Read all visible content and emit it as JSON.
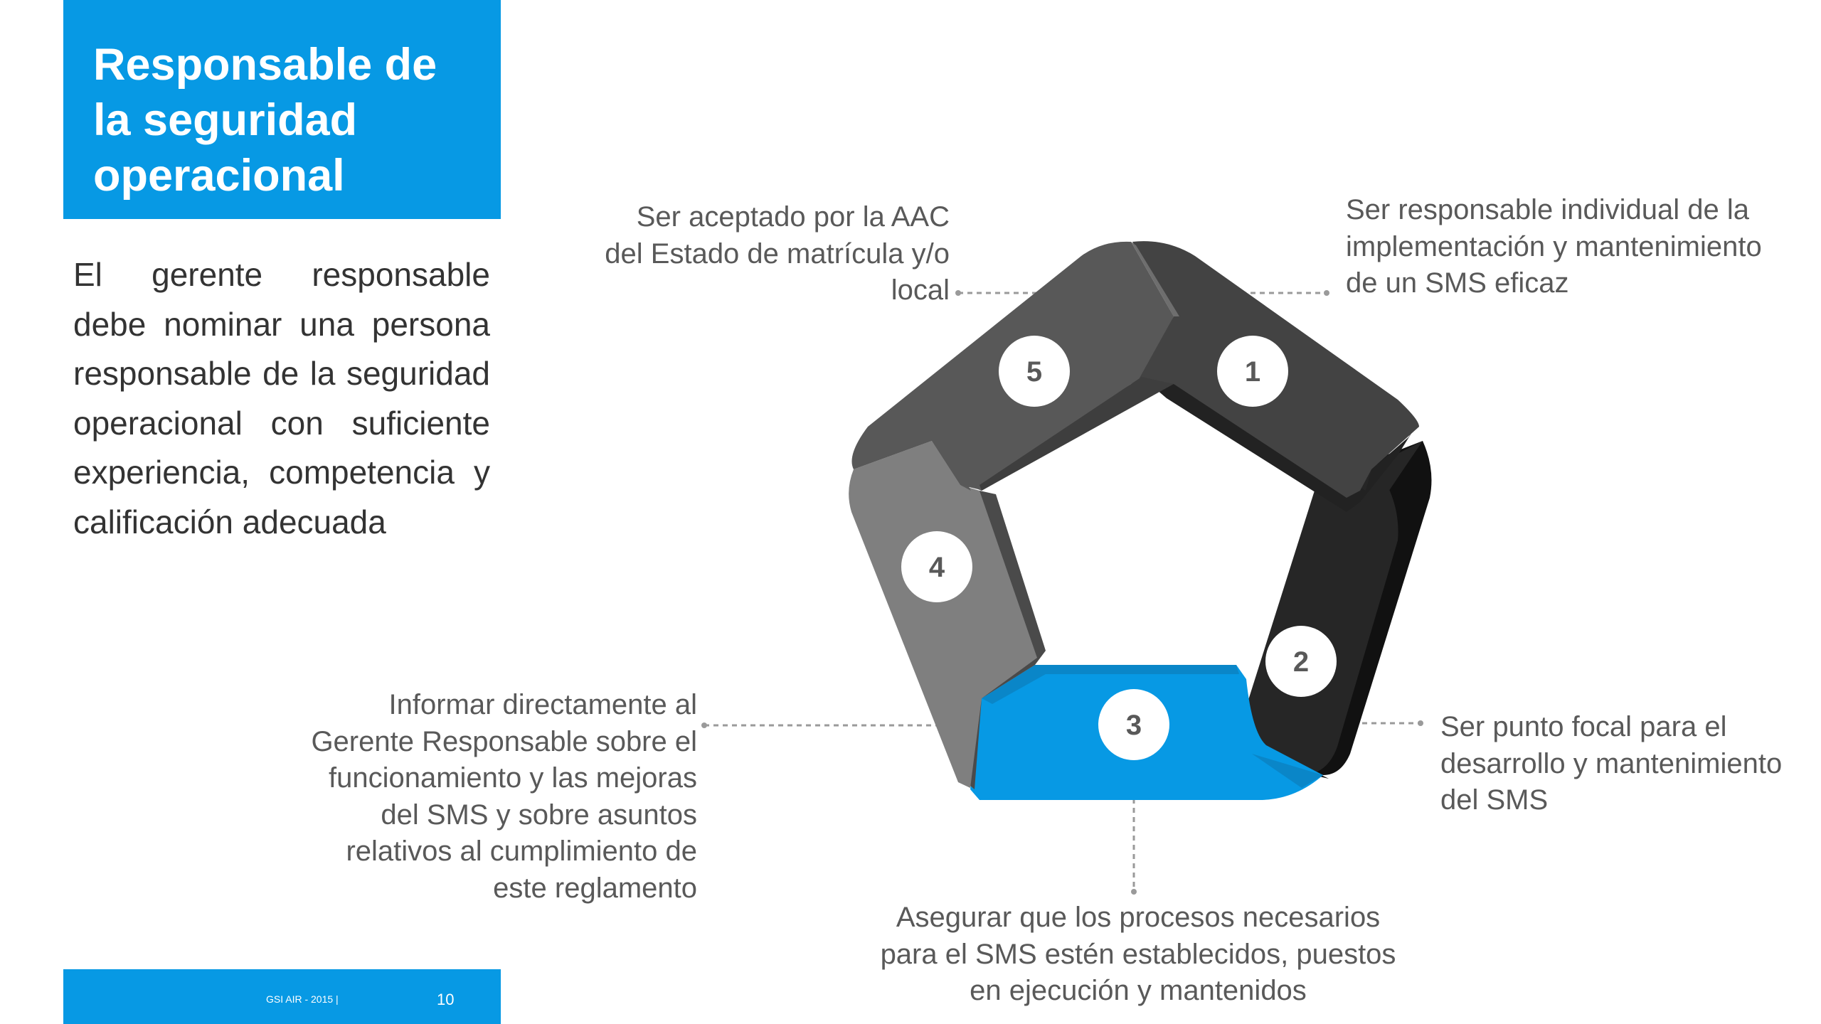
{
  "title": "Responsable de la seguridad operacional",
  "body": "El gerente responsable debe nominar una persona responsable de la seguridad operacional con suficiente experiencia, competencia y calificación adecuada",
  "footer": {
    "org": "GSI AIR - 2015   |",
    "page": "10"
  },
  "steps": [
    {
      "number": "1",
      "text": "Ser responsable individual de la implementación y mantenimiento de un SMS eficaz"
    },
    {
      "number": "2",
      "text": "Ser punto focal para el desarrollo y mantenimiento del SMS"
    },
    {
      "number": "3",
      "text": "Asegurar que los procesos necesarios para el SMS estén establecidos, puestos en ejecución y mantenidos"
    },
    {
      "number": "4",
      "text": "Informar directamente al Gerente Responsable sobre el funcionamiento y las mejoras del SMS y sobre asuntos relativos al cumplimiento de este reglamento"
    },
    {
      "number": "5",
      "text": "Ser aceptado por la AAC del Estado de matrícula y/o local"
    }
  ],
  "colors": {
    "accent": "#0799e4",
    "segment_1": "#434343",
    "segment_2": "#262626",
    "segment_3": "#0799e4",
    "segment_4": "#7f7f7f",
    "segment_5": "#585858",
    "text": "#595959"
  }
}
